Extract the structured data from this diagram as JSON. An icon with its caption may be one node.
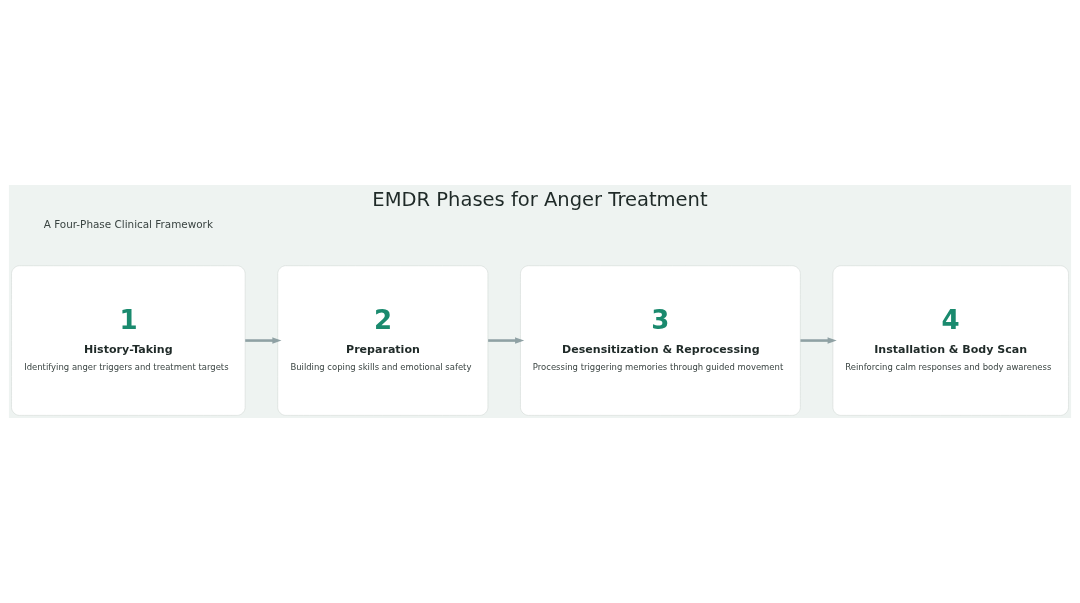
{
  "diagram": {
    "title": "EMDR Phases for Anger Treatment",
    "nodes": [
      {
        "text": [
          "1",
          "History-Taking",
          "Identifying anger triggers and treatment targets"
        ]
      },
      {
        "text": [
          "2",
          "Preparation",
          "Building coping skills and emotional safety"
        ]
      },
      {
        "text": [
          "3",
          "Desensitization & Reprocessing",
          "Processing triggering memories through guided movement"
        ]
      },
      {
        "text": [
          "4",
          "Installation & Body Scan",
          "Reinforcing calm responses and body awareness"
        ]
      }
    ],
    "edges": [
      {
        "from": 0,
        "to": 1,
        "arrow": "to"
      },
      {
        "from": 1,
        "to": 2,
        "arrow": "to"
      },
      {
        "from": 2,
        "to": 3,
        "arrow": "to"
      }
    ],
    "labels": [
      "A Four-Phase Clinical Framework"
    ]
  }
}
